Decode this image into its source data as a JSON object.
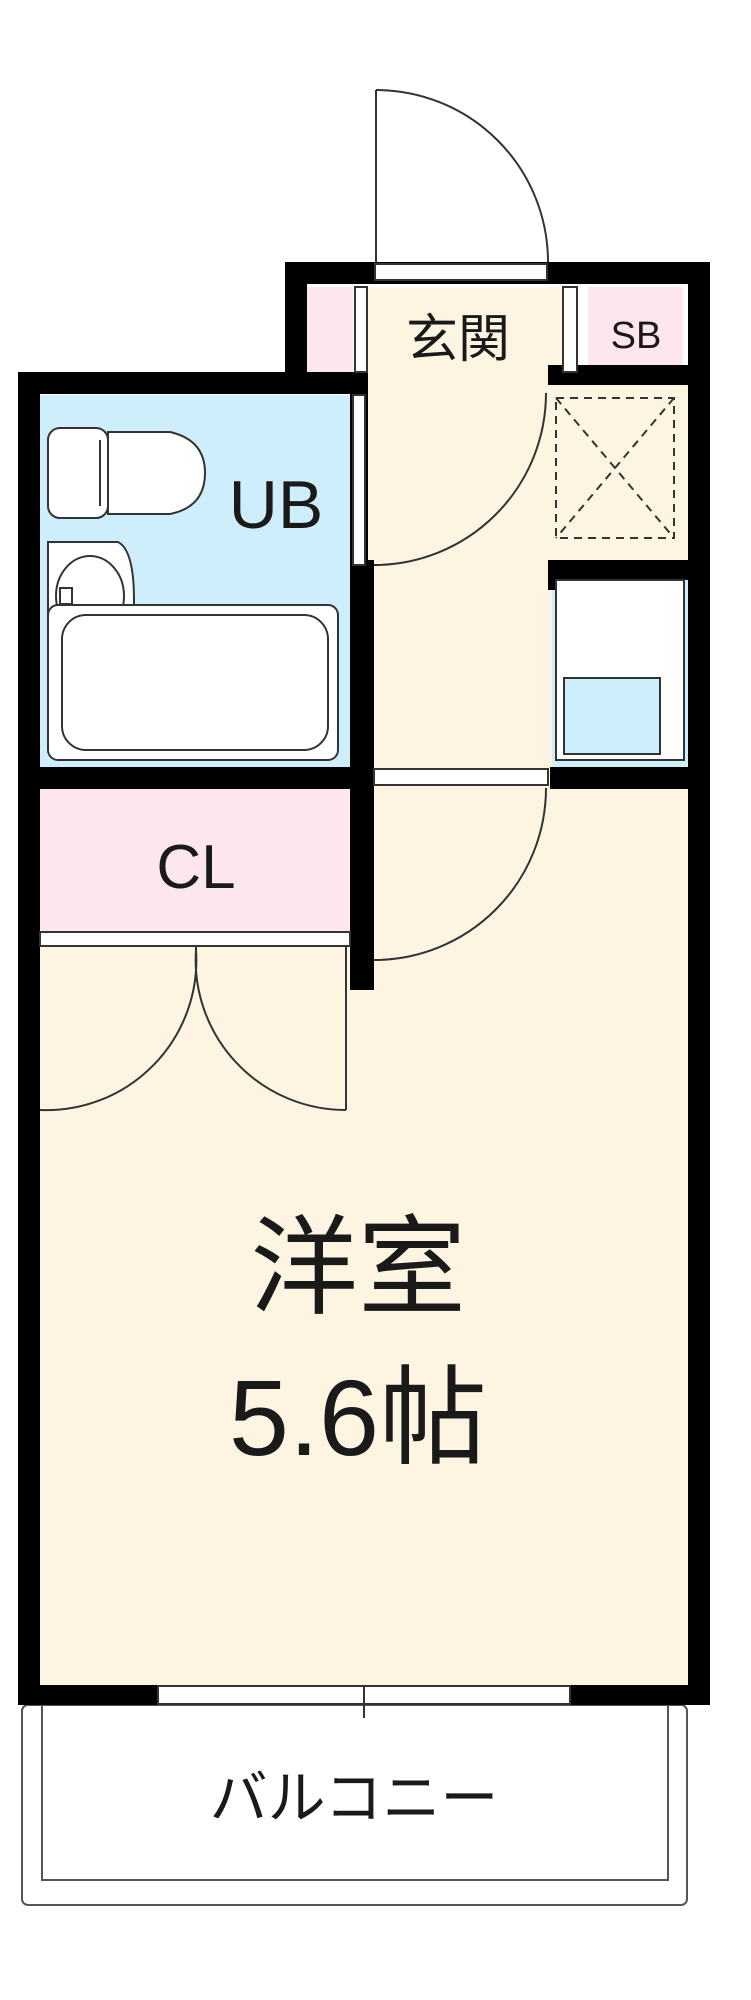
{
  "rooms": {
    "genkan": "玄関",
    "shoe_box": "SB",
    "unit_bath": "UB",
    "closet": "CL",
    "western_room_name": "洋室",
    "western_room_size": "5.6帖",
    "balcony": "バルコニー"
  },
  "colors": {
    "wall": "#000000",
    "floor": "#fdf5e2",
    "bath": "#cfeefb",
    "closet": "#fde6ee",
    "balcony": "#ffffff"
  }
}
